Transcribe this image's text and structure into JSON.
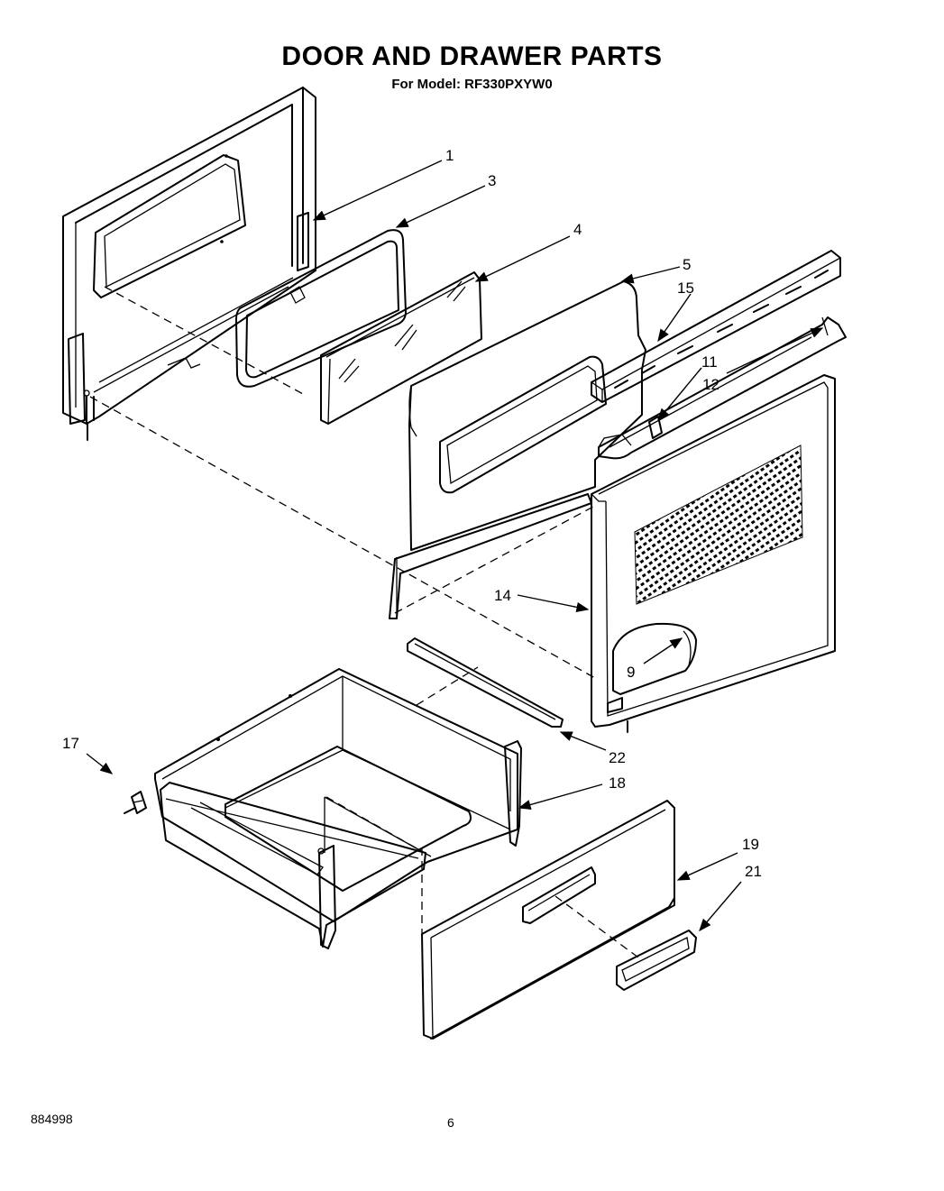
{
  "header": {
    "title": "DOOR AND DRAWER PARTS",
    "subtitle": "For Model: RF330PXYW0"
  },
  "callouts": {
    "c1": "1",
    "c3": "3",
    "c4": "4",
    "c5": "5",
    "c15": "15",
    "c11": "11",
    "c12": "12",
    "c14": "14",
    "c9": "9",
    "c17": "17",
    "c22": "22",
    "c18": "18",
    "c19": "19",
    "c21": "21"
  },
  "footer": {
    "doc_number": "884998",
    "page_number": "6"
  }
}
